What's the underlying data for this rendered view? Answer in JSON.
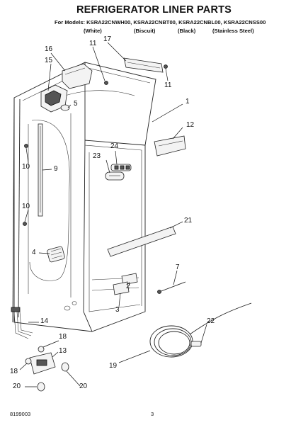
{
  "title": "REFRIGERATOR LINER PARTS",
  "models_line": "For Models: KSRA22CNWH00, KSRA22CNBT00, KSRA22CNBL00, KSRA22CNSS00",
  "variants": [
    "(White)",
    "(Biscuit)",
    "(Black)",
    "(Stainless Steel)"
  ],
  "callouts": {
    "c1": "1",
    "c2": "2",
    "c3": "3",
    "c4": "4",
    "c5": "5",
    "c7": "7",
    "c9": "9",
    "c10a": "10",
    "c10b": "10",
    "c11a": "11",
    "c11b": "11",
    "c12": "12",
    "c13": "13",
    "c14": "14",
    "c15": "15",
    "c16": "16",
    "c17": "17",
    "c18a": "18",
    "c18b": "18",
    "c19": "19",
    "c20a": "20",
    "c20b": "20",
    "c21": "21",
    "c22": "22",
    "c23": "23",
    "c24": "24"
  },
  "footer": {
    "doc_number": "8199003",
    "page_number": "3"
  }
}
